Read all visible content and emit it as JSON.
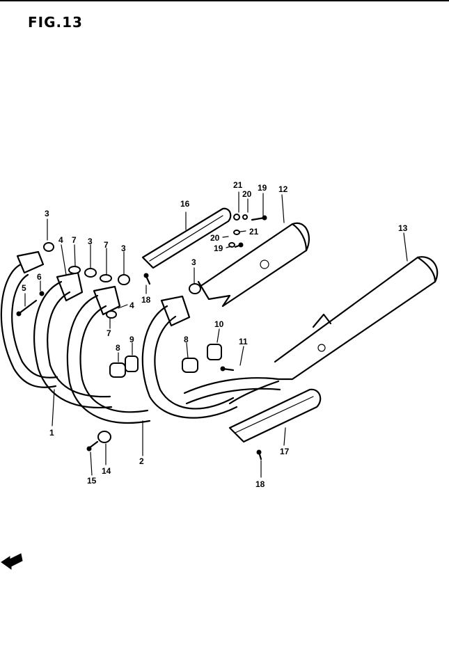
{
  "figure": {
    "title": "FIG.13"
  },
  "callouts": [
    {
      "id": "c3a",
      "label": "3"
    },
    {
      "id": "c4a",
      "label": "4"
    },
    {
      "id": "c7a",
      "label": "7"
    },
    {
      "id": "c3b",
      "label": "3"
    },
    {
      "id": "c7b",
      "label": "7"
    },
    {
      "id": "c3c",
      "label": "3"
    },
    {
      "id": "c5",
      "label": "5"
    },
    {
      "id": "c6",
      "label": "6"
    },
    {
      "id": "c4b",
      "label": "4"
    },
    {
      "id": "c7c",
      "label": "7"
    },
    {
      "id": "c8a",
      "label": "8"
    },
    {
      "id": "c9",
      "label": "9"
    },
    {
      "id": "c16",
      "label": "16"
    },
    {
      "id": "c21a",
      "label": "21"
    },
    {
      "id": "c20a",
      "label": "20"
    },
    {
      "id": "c19a",
      "label": "19"
    },
    {
      "id": "c12",
      "label": "12"
    },
    {
      "id": "c21b",
      "label": "21"
    },
    {
      "id": "c20b",
      "label": "20"
    },
    {
      "id": "c19b",
      "label": "19"
    },
    {
      "id": "c3d",
      "label": "3"
    },
    {
      "id": "c18a",
      "label": "18"
    },
    {
      "id": "c13",
      "label": "13"
    },
    {
      "id": "c10",
      "label": "10"
    },
    {
      "id": "c8b",
      "label": "8"
    },
    {
      "id": "c11",
      "label": "11"
    },
    {
      "id": "c1",
      "label": "1"
    },
    {
      "id": "c2",
      "label": "2"
    },
    {
      "id": "c14",
      "label": "14"
    },
    {
      "id": "c15",
      "label": "15"
    },
    {
      "id": "c17",
      "label": "17"
    },
    {
      "id": "c18b",
      "label": "18"
    }
  ],
  "icons": {
    "direction": "front-direction-arrow-icon"
  }
}
